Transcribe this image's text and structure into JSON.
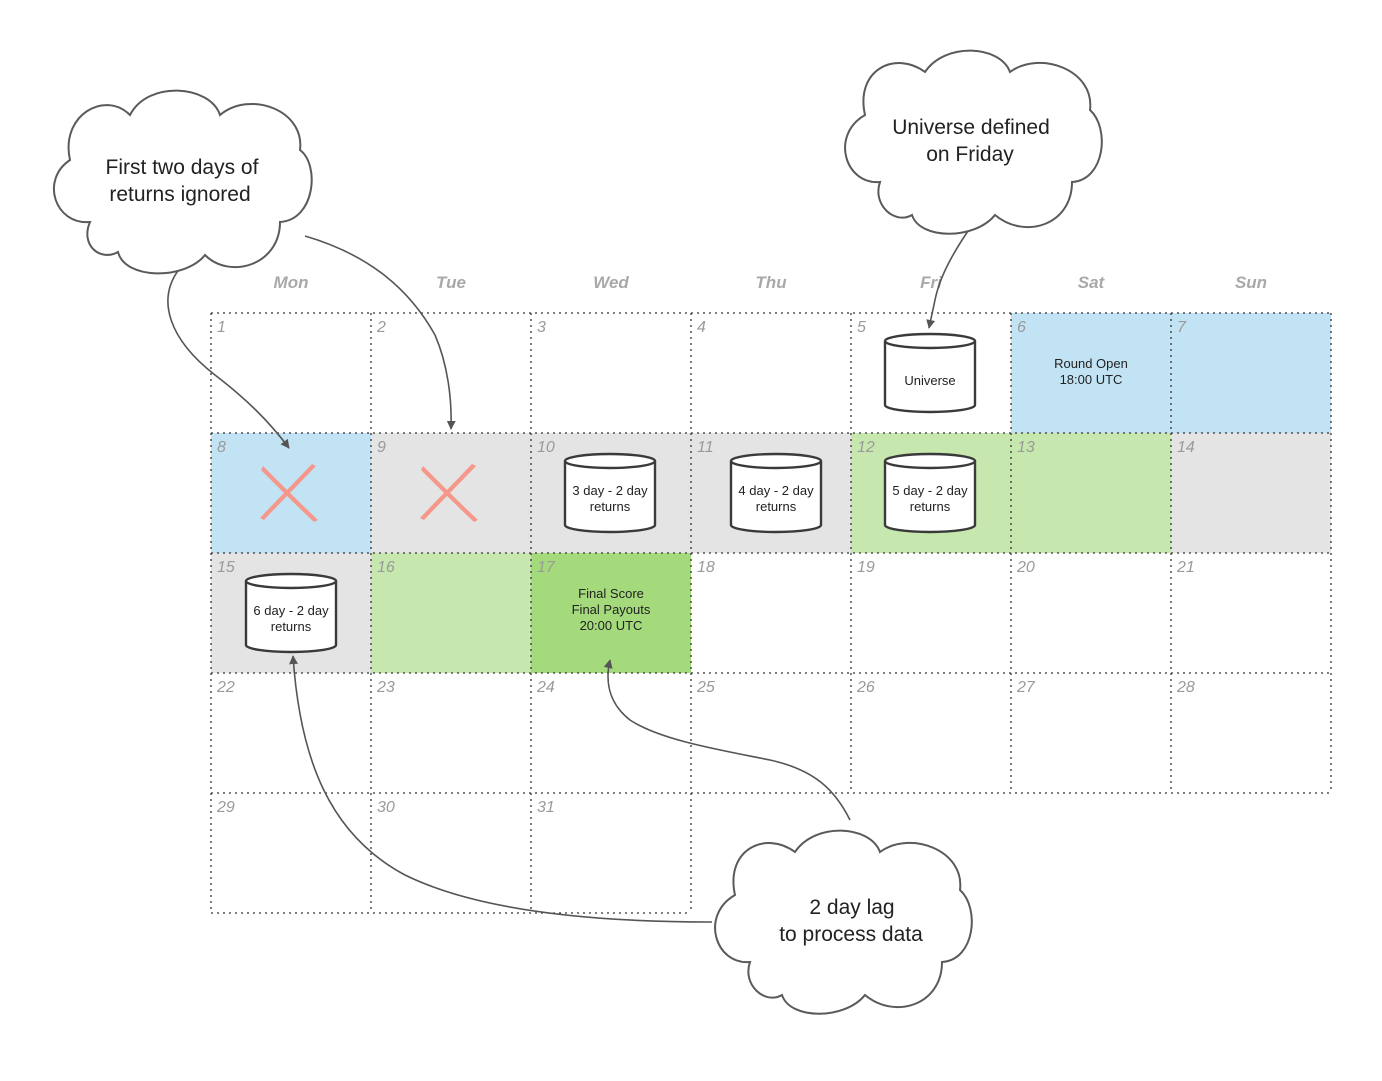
{
  "weekdays": [
    "Mon",
    "Tue",
    "Wed",
    "Thu",
    "Fri",
    "Sat",
    "Sun"
  ],
  "days": [
    "1",
    "2",
    "3",
    "4",
    "5",
    "6",
    "7",
    "8",
    "9",
    "10",
    "11",
    "12",
    "13",
    "14",
    "15",
    "16",
    "17",
    "18",
    "19",
    "20",
    "21",
    "22",
    "23",
    "24",
    "25",
    "26",
    "27",
    "28",
    "29",
    "30",
    "31"
  ],
  "colors": {
    "blue": "#c2e3f4",
    "gray": "#e4e4e4",
    "light_green": "#c6e7ad",
    "green": "#a4da7c",
    "cross": "#f5978a"
  },
  "cells": {
    "day5_db_label": "Universe",
    "day6_line1": "Round Open",
    "day6_line2": "18:00 UTC",
    "day10_db_line1": "3 day - 2 day",
    "day10_db_line2": "returns",
    "day11_db_line1": "4 day - 2 day",
    "day11_db_line2": "returns",
    "day12_db_line1": "5 day - 2 day",
    "day12_db_line2": "returns",
    "day15_db_line1": "6 day - 2 day",
    "day15_db_line2": "returns",
    "day17_line1": "Final Score",
    "day17_line2": "Final Payouts",
    "day17_line3": "20:00 UTC"
  },
  "clouds": {
    "returns_ignored_line1": "First two days of",
    "returns_ignored_line2": "returns ignored",
    "universe_line1": "Universe defined",
    "universe_line2": "on Friday",
    "lag_line1": "2 day lag",
    "lag_line2": "to process data"
  }
}
